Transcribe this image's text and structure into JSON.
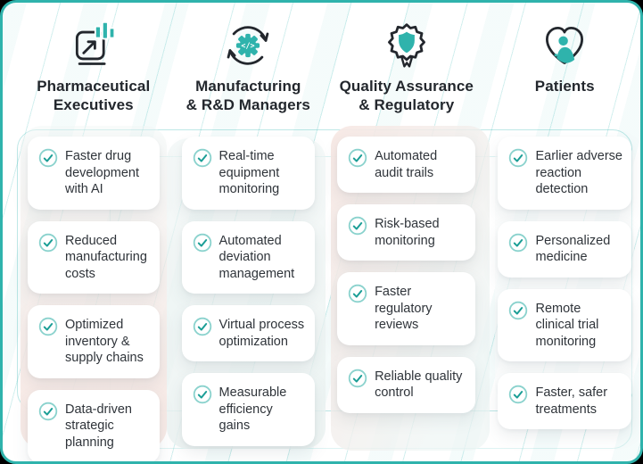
{
  "frame": {
    "border_color": "#2fb3ac",
    "background": "#ffffff"
  },
  "colors": {
    "accent_teal": "#2fb3ac",
    "check_ring": "#8ad2cd",
    "check_mark": "#1b9e96",
    "title_text": "#23272d",
    "card_text": "#2f343a",
    "pink_tint": "#f7e8e4"
  },
  "columns": [
    {
      "icon": "growth-chart-monitor-icon",
      "title": "Pharmaceutical\nExecutives",
      "items": [
        "Faster drug development with AI",
        "Reduced manufacturing costs",
        "Optimized inventory & supply chains",
        "Data-driven strategic planning"
      ]
    },
    {
      "icon": "automation-cycle-gear-icon",
      "title": "Manufacturing\n& R&D Managers",
      "items": [
        "Real-time equipment monitoring",
        "Automated deviation management",
        "Virtual process optimization",
        "Measurable efficiency gains"
      ]
    },
    {
      "icon": "certified-badge-shield-icon",
      "title": "Quality Assurance\n& Regulatory",
      "items": [
        "Automated audit trails",
        "Risk-based monitoring",
        "Faster regulatory reviews",
        "Reliable quality control"
      ]
    },
    {
      "icon": "heart-patient-icon",
      "title": "Patients",
      "items": [
        "Earlier adverse reaction detection",
        "Personalized medicine",
        "Remote clinical trial monitoring",
        "Faster, safer treatments"
      ]
    }
  ]
}
